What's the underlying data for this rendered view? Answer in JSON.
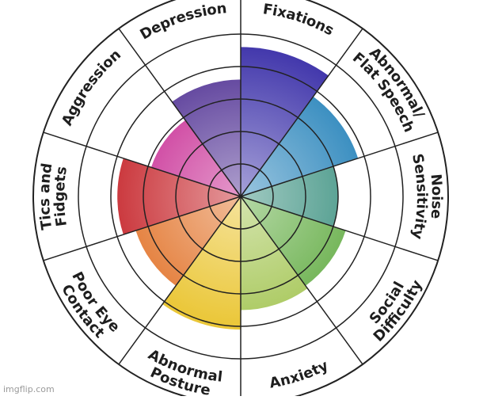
{
  "chart_data": {
    "type": "radial-wheel",
    "rings": 5,
    "segments": [
      {
        "label": "Fixations",
        "level": 4.6,
        "color": "#3a2fa8"
      },
      {
        "label": "Abnormal/ Flat Speech",
        "level": 3.8,
        "color": "#1f7fb8"
      },
      {
        "label": "Noise Sensitivity",
        "level": 3.0,
        "color": "#2f8a78"
      },
      {
        "label": "Social Difficulty",
        "level": 3.4,
        "color": "#5aa83a"
      },
      {
        "label": "Anxiety",
        "level": 3.5,
        "color": "#9fc24a"
      },
      {
        "label": "Abnormal Posture",
        "level": 4.1,
        "color": "#e8c020"
      },
      {
        "label": "Poor Eye Contact",
        "level": 3.4,
        "color": "#e06a1c"
      },
      {
        "label": "Tics and Fidgets",
        "level": 3.8,
        "color": "#c41c22"
      },
      {
        "label": "Aggression",
        "level": 2.9,
        "color": "#c41c8c"
      },
      {
        "label": "Depression",
        "level": 3.6,
        "color": "#4a2a90"
      }
    ]
  },
  "watermark": "imgflip.com"
}
